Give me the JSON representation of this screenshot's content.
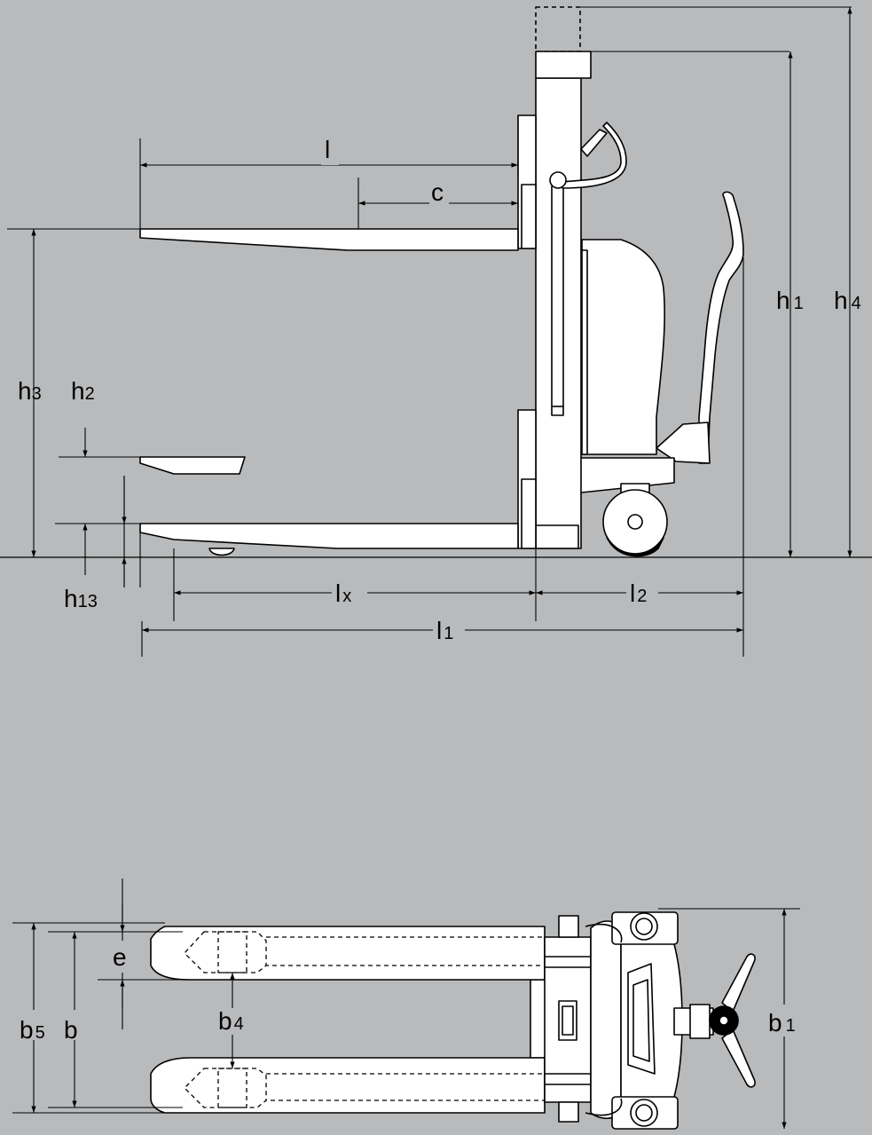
{
  "colors": {
    "background": "#b9babc",
    "part_fill": "#ffffff",
    "stroke": "#000000"
  },
  "labels": {
    "l": {
      "main": "l",
      "sub": ""
    },
    "c": {
      "main": "c",
      "sub": ""
    },
    "h1": {
      "main": "h",
      "sub": "1"
    },
    "h2": {
      "main": "h",
      "sub": "2"
    },
    "h3": {
      "main": "h",
      "sub": "3"
    },
    "h4": {
      "main": "h",
      "sub": "4"
    },
    "h13": {
      "main": "h",
      "sub": "13"
    },
    "lx": {
      "main": "l",
      "sub": "x"
    },
    "l1": {
      "main": "l",
      "sub": "1"
    },
    "l2": {
      "main": "l",
      "sub": "2"
    },
    "e": {
      "main": "e",
      "sub": ""
    },
    "b": {
      "main": "b",
      "sub": ""
    },
    "b1": {
      "main": "b",
      "sub": "1"
    },
    "b4": {
      "main": "b",
      "sub": "4"
    },
    "b5": {
      "main": "b",
      "sub": "5"
    }
  }
}
